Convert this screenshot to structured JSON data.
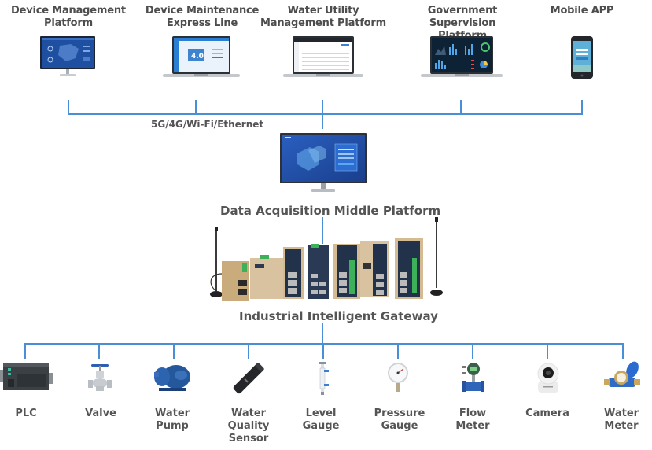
{
  "top_platforms": [
    {
      "label": "Device Management\nPlatform",
      "icon": "monitor-dashboard-icon"
    },
    {
      "label": "Device Maintenance\nExpress Line",
      "icon": "laptop-icon"
    },
    {
      "label": "Water Utility\nManagement Platform",
      "icon": "laptop-table-icon"
    },
    {
      "label": "Government Supervision\nPlatform",
      "icon": "laptop-charts-icon"
    },
    {
      "label": "Mobile APP",
      "icon": "smartphone-icon"
    }
  ],
  "network_label": "5G/4G/Wi-Fi/Ethernet",
  "middle_platform": {
    "label": "Data Acquisition Middle Platform",
    "icon": "monitor-icon"
  },
  "gateway": {
    "label": "Industrial Intelligent Gateway",
    "icon": "gateway-devices-icon"
  },
  "devices": [
    {
      "label": "PLC",
      "icon": "plc-icon"
    },
    {
      "label": "Valve",
      "icon": "valve-icon"
    },
    {
      "label": "Water\nPump",
      "icon": "water-pump-icon"
    },
    {
      "label": "Water\nQuality\nSensor",
      "icon": "water-quality-sensor-icon"
    },
    {
      "label": "Level\nGauge",
      "icon": "level-gauge-icon"
    },
    {
      "label": "Pressure\nGauge",
      "icon": "pressure-gauge-icon"
    },
    {
      "label": "Flow\nMeter",
      "icon": "flow-meter-icon"
    },
    {
      "label": "Camera",
      "icon": "camera-icon"
    },
    {
      "label": "Water\nMeter",
      "icon": "water-meter-icon"
    }
  ],
  "colors": {
    "connector": "#4a8fd6",
    "text": "#4d4d4d"
  }
}
